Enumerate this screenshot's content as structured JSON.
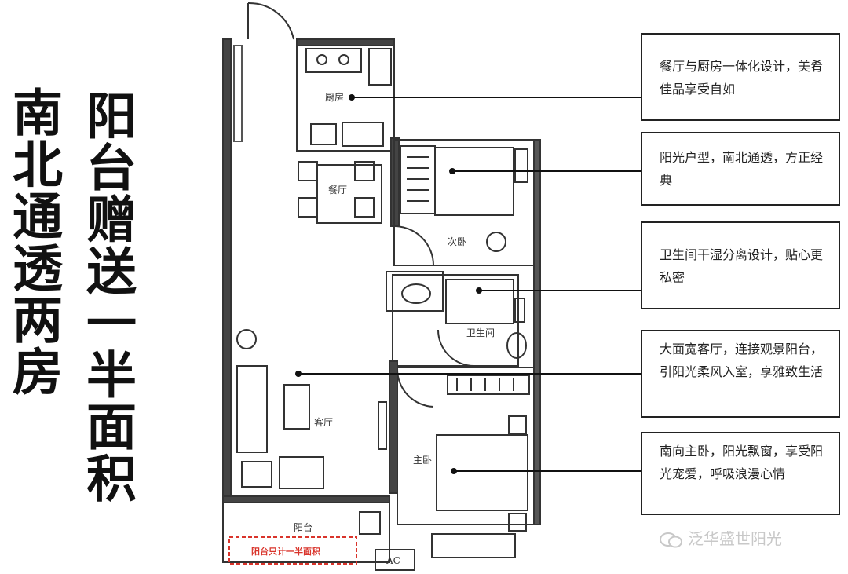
{
  "headline_left": "南北通透两房",
  "headline_right": "阳台赠送一半面积",
  "rooms": {
    "kitchen": "厨房",
    "dining": "餐厅",
    "second_bedroom": "次卧",
    "bathroom": "卫生间",
    "living_room": "客厅",
    "master_bedroom": "主卧",
    "balcony": "阳台",
    "ac": "AC"
  },
  "balcony_note": "阳台只计一半面积",
  "callouts": [
    "餐厅与厨房一体化设计，美肴佳品享受自如",
    "阳光户型，南北通透，方正经典",
    "卫生间干湿分离设计，贴心更私密",
    "大面宽客厅，连接观景阳台，引阳光柔风入室，享雅致生活",
    "南向主卧，阳光飘窗，享受阳光宠爱，呼吸浪漫心情"
  ],
  "watermark": "泛华盛世阳光",
  "colors": {
    "text": "#111111",
    "wall": "#333333",
    "note_red": "#d9342b",
    "watermark": "#c8c8c8"
  }
}
